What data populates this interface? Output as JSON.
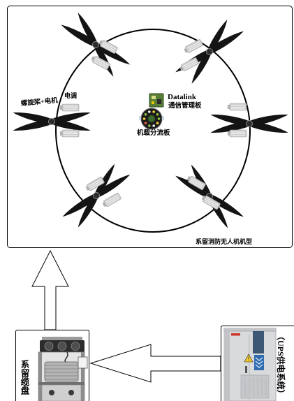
{
  "drone_panel": {
    "model_title": "系留消防无人机机型",
    "propeller_motor_label": "螺旋桨+电机",
    "esc_label": "电调",
    "datalink_label": "Datalink",
    "comm_board_label": "通信管理板",
    "shunt_board_label": "机载分流板"
  },
  "tether_reel": {
    "label": "系留缆盘"
  },
  "ups_power": {
    "label": "（UPS供电系统）"
  },
  "colors": {
    "propeller": "#141414",
    "esc_module": "#cfcfcf",
    "datalink_board": "#587d36",
    "outline": "#000000"
  }
}
